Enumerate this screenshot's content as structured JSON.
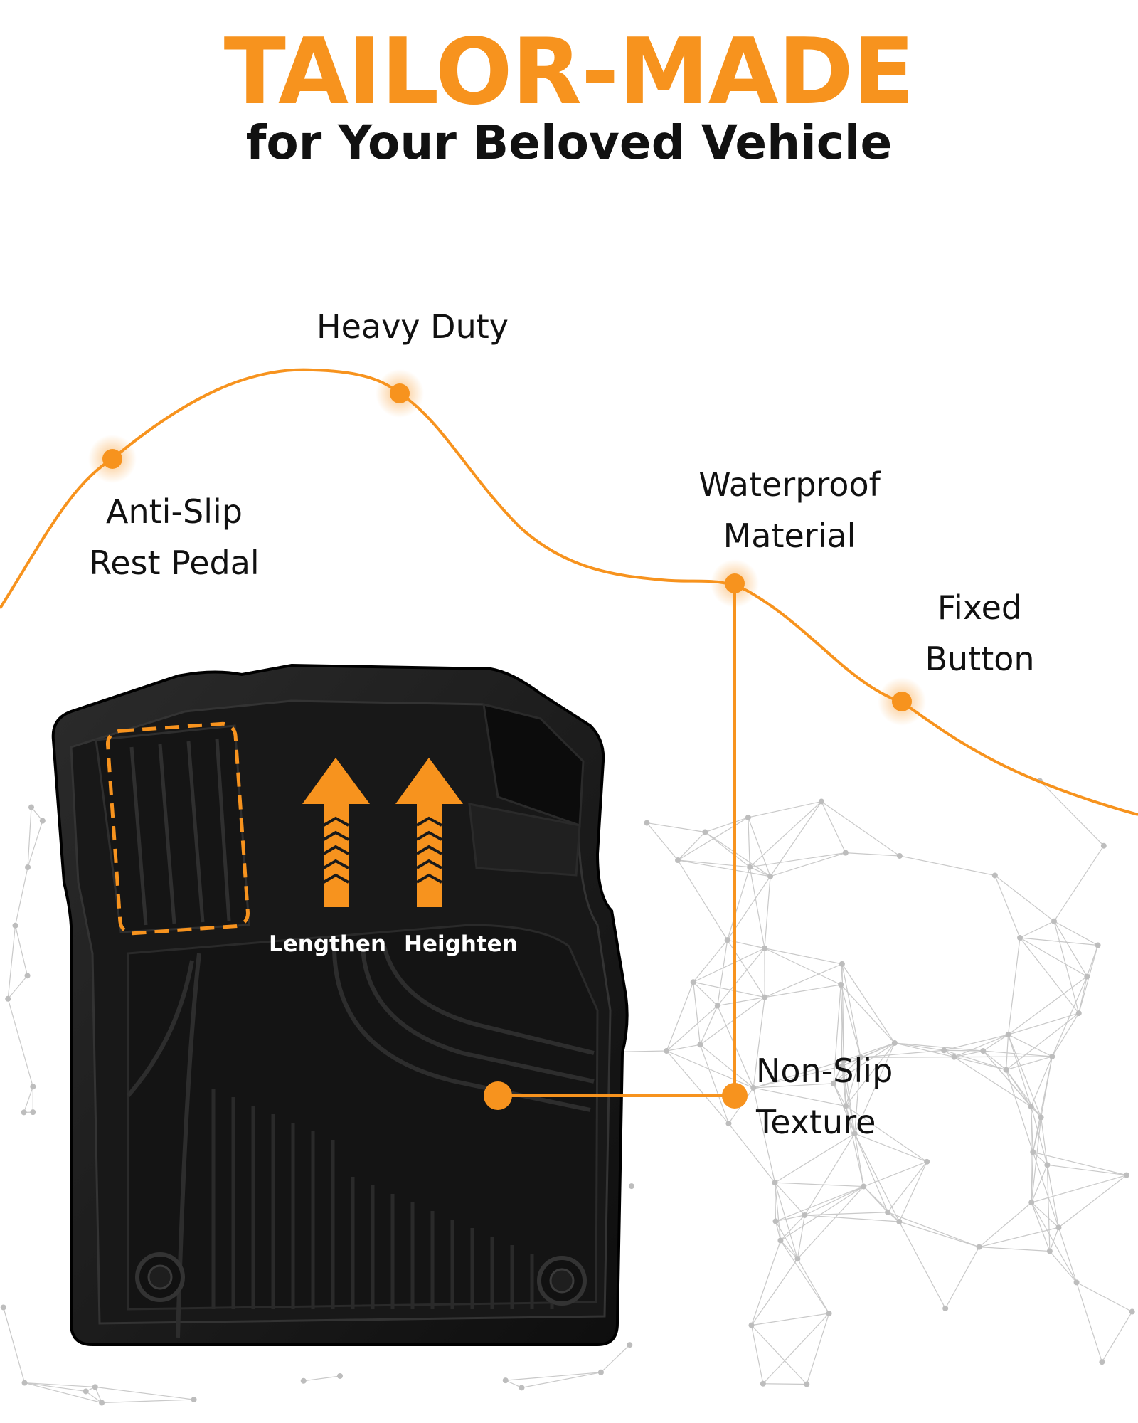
{
  "headline": "TAILOR-MADE",
  "subheadline": "for Your Beloved Vehicle",
  "colors": {
    "accent": "#f7931e",
    "text": "#111111",
    "mat": "#1a1a1a",
    "network": "#c9c9c9"
  },
  "callouts": {
    "heavy_duty": {
      "line1": "Heavy Duty"
    },
    "anti_slip": {
      "line1": "Anti-Slip",
      "line2": "Rest Pedal"
    },
    "waterproof": {
      "line1": "Waterproof",
      "line2": "Material"
    },
    "fixed_button": {
      "line1": "Fixed",
      "line2": "Button"
    },
    "non_slip": {
      "line1": "Non-Slip",
      "line2": "Texture"
    }
  },
  "mat_labels": {
    "lengthen": "Lengthen",
    "heighten": "Heighten"
  },
  "icons": [
    "up-arrow-icon",
    "chevron-stack-icon",
    "dashed-outline"
  ]
}
